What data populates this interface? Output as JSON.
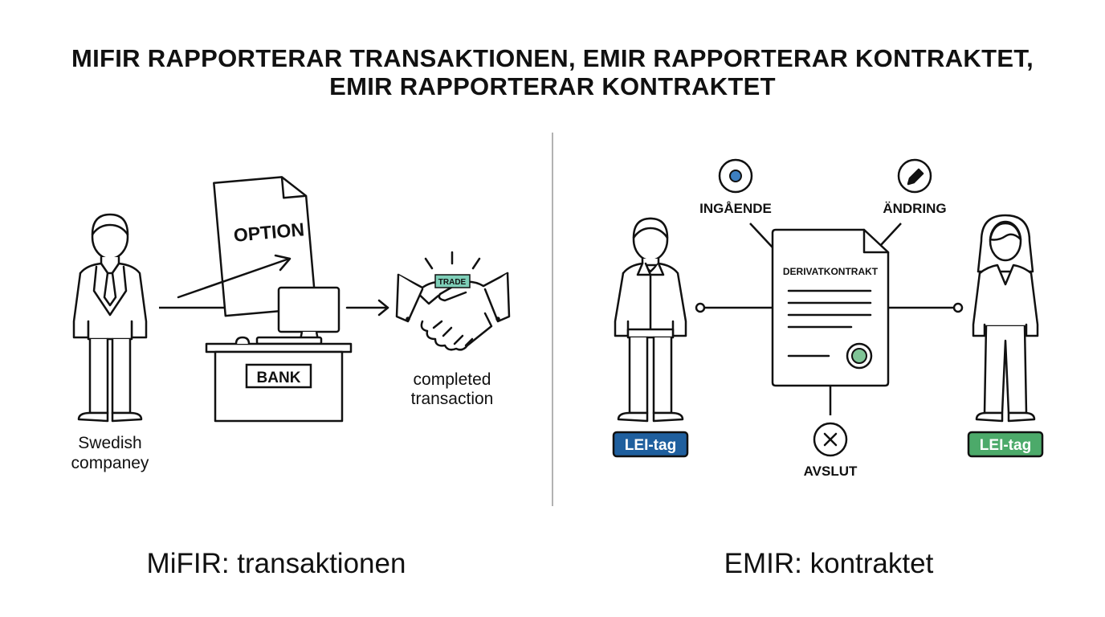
{
  "title": {
    "line1": "MIFIR RAPPORTERAR TRANSAKTIONEN, EMIR RAPPORTERAR KONTRAKTET,",
    "line2": "EMIR RAPPORTERAR KONTRAKTET"
  },
  "left": {
    "person_label_line1": "Swedish",
    "person_label_line2": "companey",
    "document_label": "OPTION",
    "bank_label": "BANK",
    "trade_badge": "TRADE",
    "result_line1": "completed",
    "result_line2": "transaction",
    "footer": "MiFIR: transaktionen"
  },
  "right": {
    "contract_label": "DERIVATKONTRAKT",
    "event_open": "INGÅENDE",
    "event_change": "ÄNDRING",
    "event_close": "AVSLUT",
    "lei_left": "LEI-tag",
    "lei_right": "LEI-tag",
    "footer": "EMIR: kontraktet"
  },
  "colors": {
    "ink": "#111111",
    "lei_left_fill": "#1f5f9e",
    "lei_right_fill": "#4caa6a",
    "open_dot": "#3d7fc1",
    "seal": "#7fc496",
    "trade_badge_fill": "#7ecfb8",
    "divider": "#999999"
  }
}
